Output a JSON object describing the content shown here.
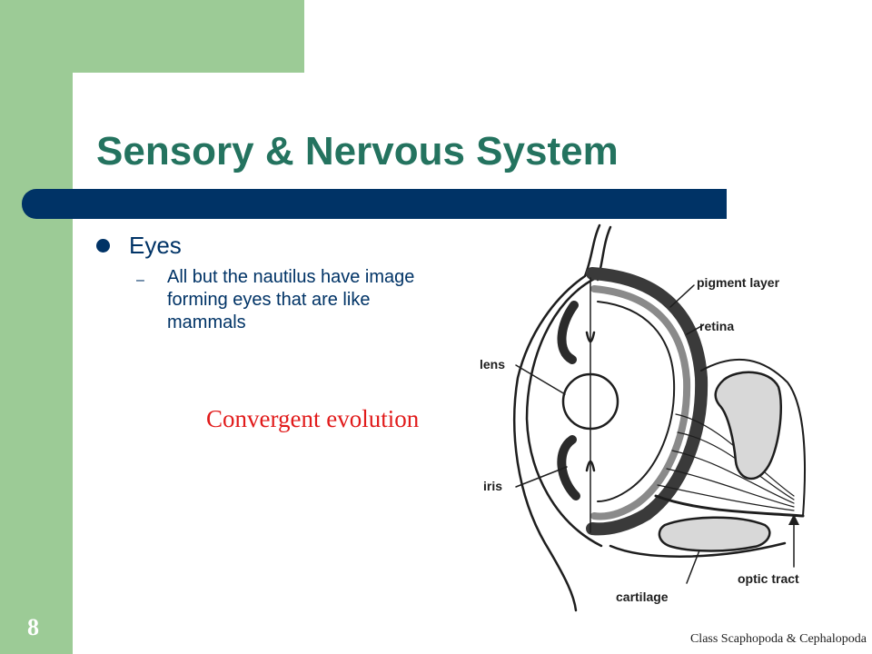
{
  "slide": {
    "title": "Sensory & Nervous System",
    "bullet": "Eyes",
    "sub_bullet_marker": "–",
    "sub_bullet": "All but the nautilus have image forming eyes that are like mammals",
    "highlight": "Convergent  evolution",
    "slide_number": "8",
    "footer": "Class Scaphopoda & Cephalopoda"
  },
  "diagram": {
    "labels": {
      "pigment_layer": "pigment layer",
      "retina": "retina",
      "lens": "lens",
      "iris": "iris",
      "optic_tract": "optic tract",
      "cartilage": "cartilage"
    }
  },
  "colors": {
    "band_green": "#9ccb96",
    "title_green": "#24735f",
    "navy": "#003366",
    "highlight_red": "#e11b1b"
  }
}
